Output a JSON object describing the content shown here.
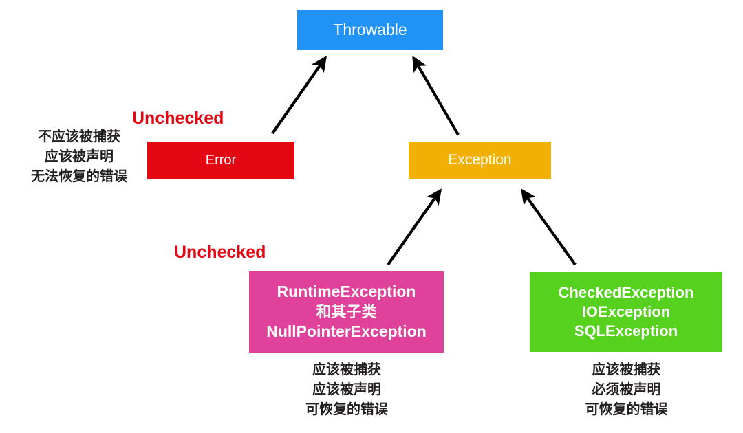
{
  "diagram": {
    "title": "Java Throwable hierarchy",
    "background": "#ffffff",
    "nodes": {
      "throwable": {
        "label": "Throwable",
        "color": "#2193f7"
      },
      "error": {
        "label": "Error",
        "color": "#e30613"
      },
      "exception": {
        "label": "Exception",
        "color": "#f2b005"
      },
      "runtime_exception": {
        "line1": "RuntimeException",
        "line2": "和其子类",
        "line3": "NullPointerException",
        "color": "#e0419b"
      },
      "checked_exception": {
        "line1": "CheckedException",
        "line2": "IOException",
        "line3": "SQLException",
        "color": "#55d11e"
      }
    },
    "annotations": {
      "unchecked_error": "Unchecked",
      "unchecked_runtime": "Unchecked",
      "unchecked_color": "#e30613",
      "error_notes": {
        "line1": "不应该被捕获",
        "line2": "应该被声明",
        "line3": "无法恢复的错误"
      },
      "runtime_notes": {
        "line1": "应该被捕获",
        "line2": "应该被声明",
        "line3": "可恢复的错误"
      },
      "checked_notes": {
        "line1": "应该被捕获",
        "line2": "必须被声明",
        "line3": "可恢复的错误"
      }
    },
    "edges": [
      {
        "from": "error",
        "to": "throwable",
        "style": "arrow",
        "color": "#000000"
      },
      {
        "from": "exception",
        "to": "throwable",
        "style": "arrow",
        "color": "#000000"
      },
      {
        "from": "runtime_exception",
        "to": "exception",
        "style": "arrow",
        "color": "#000000"
      },
      {
        "from": "checked_exception",
        "to": "exception",
        "style": "arrow",
        "color": "#000000"
      }
    ]
  }
}
